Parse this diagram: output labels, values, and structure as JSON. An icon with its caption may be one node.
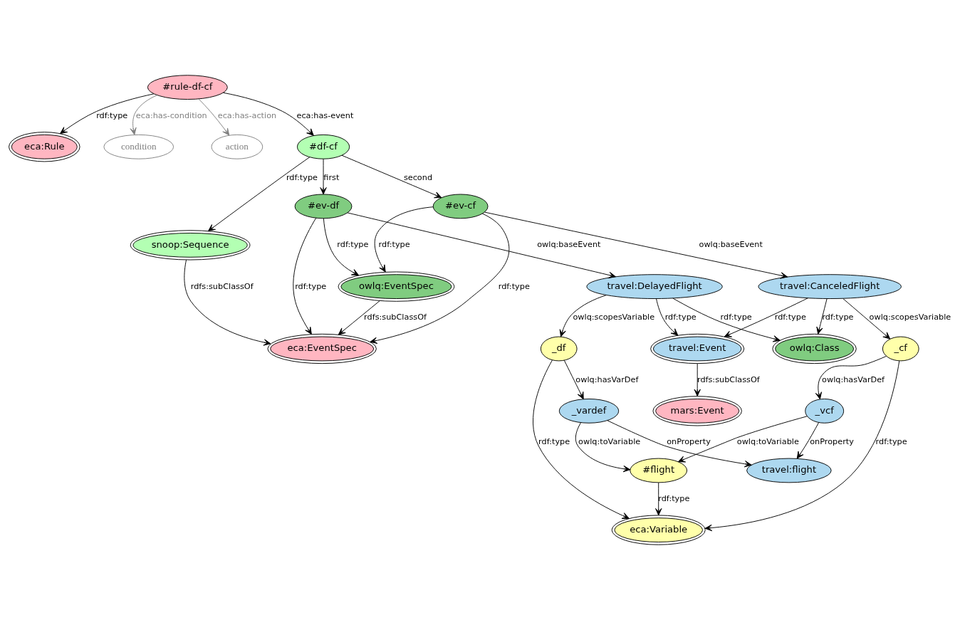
{
  "diagram": {
    "nodes": [
      {
        "text": [
          "#rule-df-cf"
        ]
      },
      {
        "text": [
          "eca:Rule"
        ]
      },
      {
        "text": [
          "condition"
        ]
      },
      {
        "text": [
          "action"
        ]
      },
      {
        "text": [
          "#df-cf"
        ]
      },
      {
        "text": [
          "snoop:Sequence"
        ]
      },
      {
        "text": [
          "eca:EventSpec"
        ]
      },
      {
        "text": [
          "#ev-df"
        ]
      },
      {
        "text": [
          "owlq:EventSpec"
        ]
      },
      {
        "text": [
          "#ev-cf"
        ]
      },
      {
        "text": [
          "travel:DelayedFlight"
        ]
      },
      {
        "text": [
          "owlq:Class"
        ]
      },
      {
        "text": [
          "travel:CanceledFlight"
        ]
      },
      {
        "text": [
          "travel:Event"
        ]
      },
      {
        "text": [
          "mars:Event"
        ]
      },
      {
        "text": [
          "_df"
        ]
      },
      {
        "text": [
          "eca:Variable"
        ]
      },
      {
        "text": [
          "_cf"
        ]
      },
      {
        "text": [
          "_vardef"
        ]
      },
      {
        "text": [
          "#flight"
        ]
      },
      {
        "text": [
          "_vcf"
        ]
      },
      {
        "text": [
          "travel:flight"
        ]
      }
    ],
    "edges": [
      {
        "from": 0,
        "to": 1,
        "arrow": "to",
        "label": "rdf:type"
      },
      {
        "from": 0,
        "to": 4,
        "arrow": "to",
        "label": "eca:has-event"
      },
      {
        "from": 0,
        "to": 2,
        "arrow": "to",
        "label": "eca:has-condition",
        "color": "#808080"
      },
      {
        "from": 0,
        "to": 3,
        "arrow": "to",
        "label": "eca:has-action",
        "color": "#808080"
      },
      {
        "from": 4,
        "to": 5,
        "arrow": "to",
        "label": "rdf:type"
      },
      {
        "from": 5,
        "to": 6,
        "arrow": "to",
        "label": "rdfs:subClassOf"
      },
      {
        "from": 4,
        "to": 7,
        "arrow": "to",
        "label": "first"
      },
      {
        "from": 4,
        "to": 9,
        "arrow": "to",
        "label": "second"
      },
      {
        "from": 7,
        "to": 6,
        "arrow": "to",
        "label": "rdf:type"
      },
      {
        "from": 7,
        "to": 8,
        "arrow": "to",
        "label": "rdf:type"
      },
      {
        "from": 8,
        "to": 6,
        "arrow": "to",
        "label": "rdfs:subClassOf"
      },
      {
        "from": 9,
        "to": 6,
        "arrow": "to",
        "label": "rdf:type"
      },
      {
        "from": 9,
        "to": 8,
        "arrow": "to",
        "label": "rdf:type"
      },
      {
        "from": 7,
        "to": 10,
        "arrow": "to",
        "label": "owlq:baseEvent"
      },
      {
        "from": 9,
        "to": 12,
        "arrow": "to",
        "label": "owlq:baseEvent"
      },
      {
        "from": 10,
        "to": 11,
        "arrow": "to",
        "label": "rdf:type"
      },
      {
        "from": 12,
        "to": 11,
        "arrow": "to",
        "label": "rdf:type"
      },
      {
        "from": 10,
        "to": 13,
        "arrow": "to",
        "label": "rdf:type"
      },
      {
        "from": 12,
        "to": 13,
        "arrow": "to",
        "label": "rdf:type"
      },
      {
        "from": 13,
        "to": 14,
        "arrow": "to",
        "label": "rdfs:subClassOf"
      },
      {
        "from": 10,
        "to": 15,
        "arrow": "to",
        "label": "owlq:scopesVariable"
      },
      {
        "from": 12,
        "to": 17,
        "arrow": "to",
        "label": "owlq:scopesVariable"
      },
      {
        "from": 15,
        "to": 16,
        "arrow": "to",
        "label": "rdf:type"
      },
      {
        "from": 17,
        "to": 16,
        "arrow": "to",
        "label": "rdf:type"
      },
      {
        "from": 15,
        "to": 18,
        "arrow": "to",
        "label": "owlq:hasVarDef"
      },
      {
        "from": 17,
        "to": 20,
        "arrow": "to",
        "label": "owlq:hasVarDef"
      },
      {
        "from": 18,
        "to": 19,
        "arrow": "to",
        "label": "owlq:toVariable"
      },
      {
        "from": 20,
        "to": 19,
        "arrow": "to",
        "label": "owlq:toVariable"
      },
      {
        "from": 19,
        "to": 16,
        "arrow": "to",
        "label": "rdf:type"
      },
      {
        "from": 18,
        "to": 21,
        "arrow": "to",
        "label": "onProperty"
      },
      {
        "from": 20,
        "to": 21,
        "arrow": "to",
        "label": "onProperty"
      }
    ]
  }
}
